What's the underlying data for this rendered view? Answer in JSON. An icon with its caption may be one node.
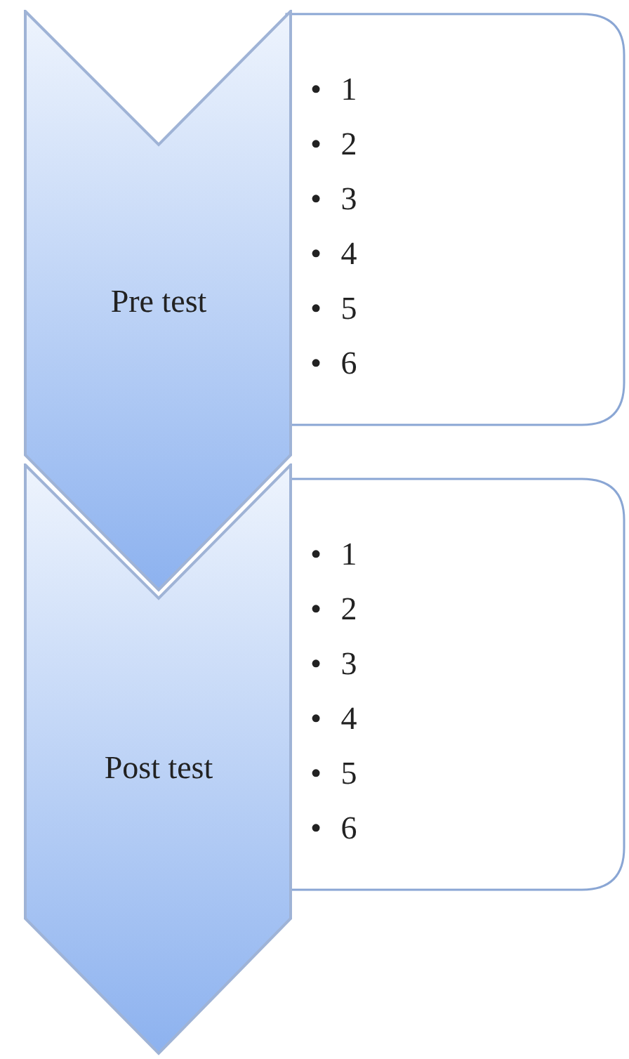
{
  "diagram": {
    "nodes": [
      {
        "text": [
          "Pre test"
        ]
      },
      {
        "text": [
          "• 1",
          "• 2",
          "• 3",
          "• 4",
          "• 5",
          "• 6"
        ]
      },
      {
        "text": [
          "Post test"
        ]
      },
      {
        "text": [
          "• 1",
          "• 2",
          "• 3",
          "• 4",
          "• 5",
          "• 6"
        ]
      }
    ]
  }
}
